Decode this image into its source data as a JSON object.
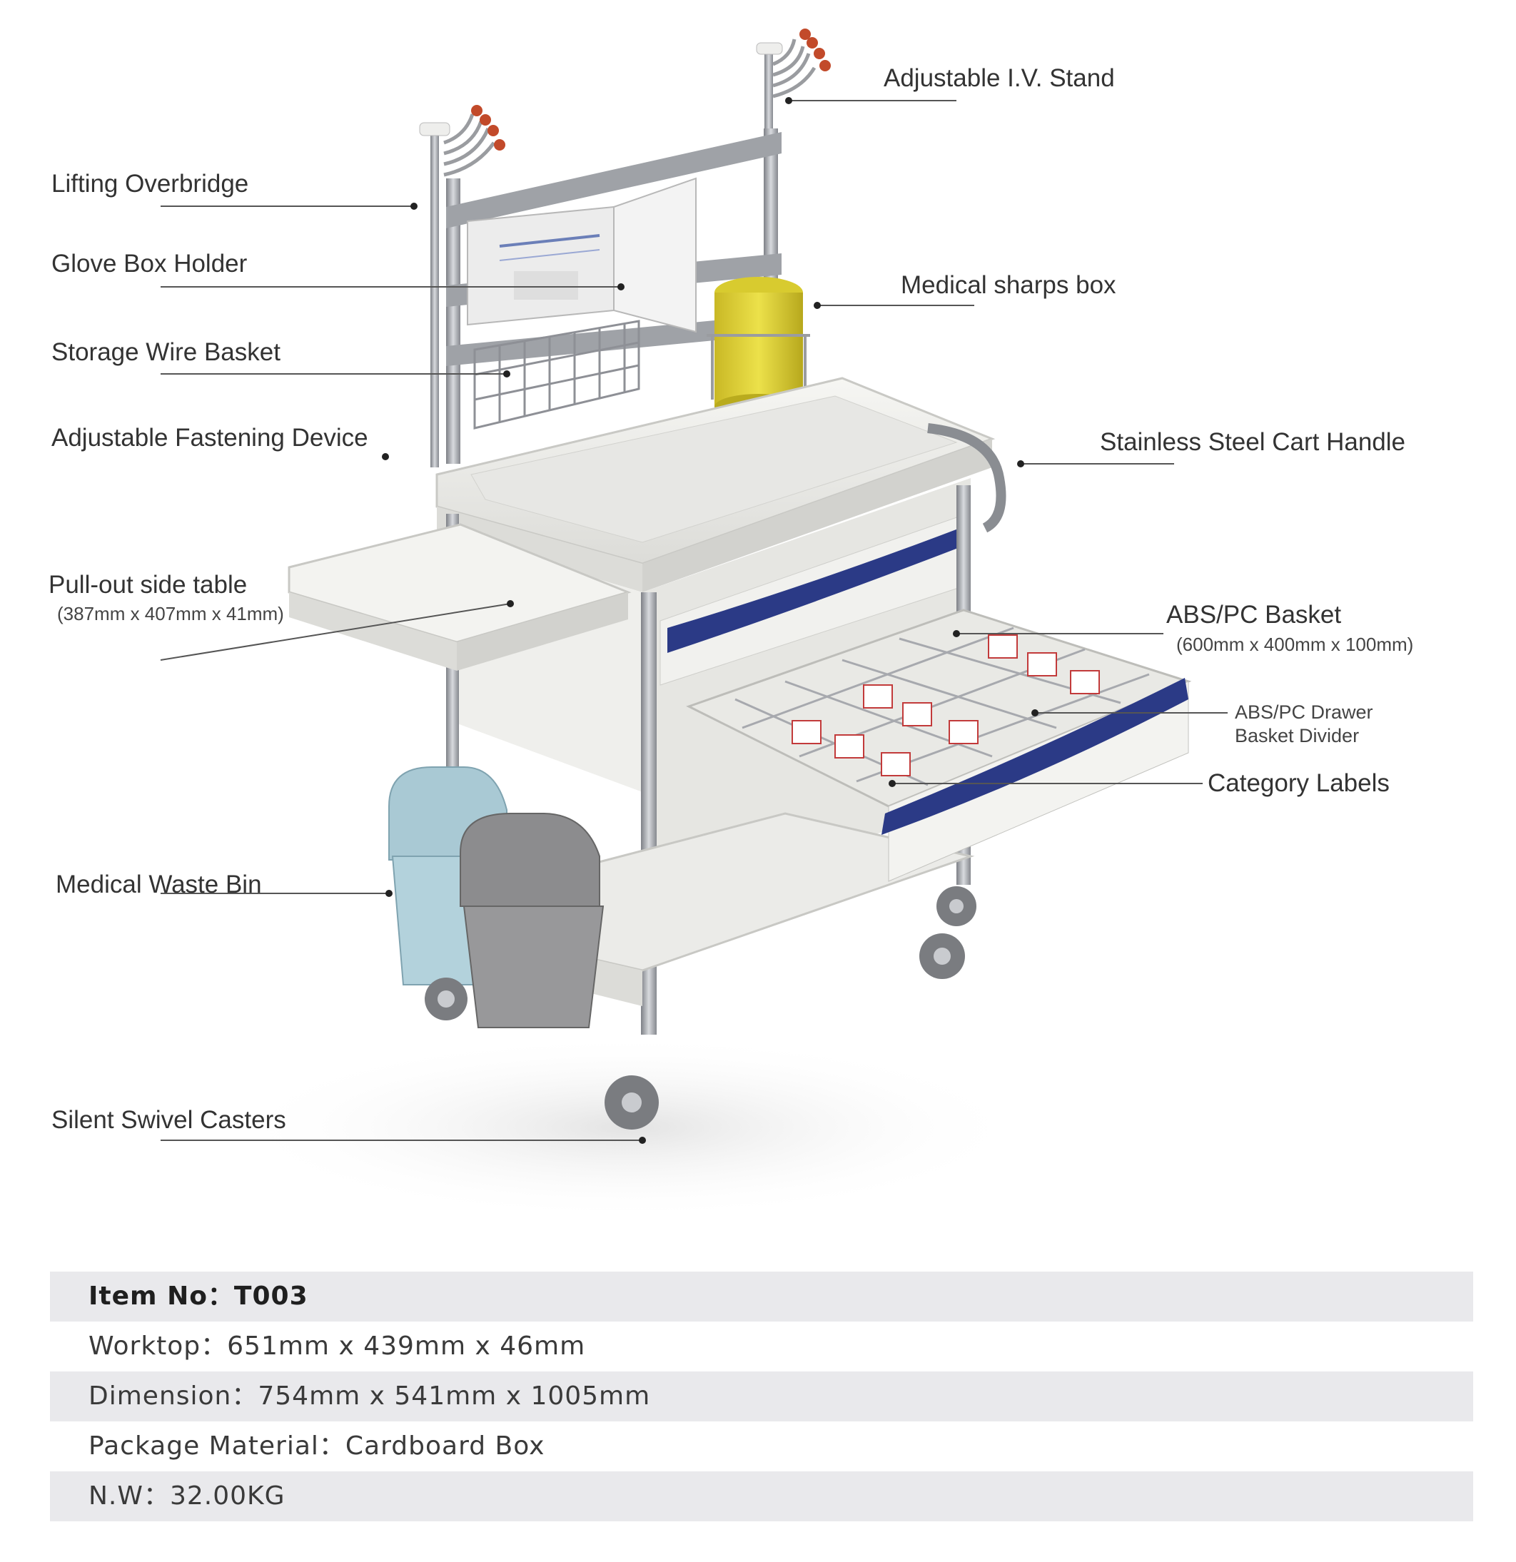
{
  "callouts": {
    "iv_stand": "Adjustable I.V. Stand",
    "overbridge": "Lifting Overbridge",
    "glove_box": "Glove Box Holder",
    "sharps_box": "Medical sharps box",
    "wire_basket": "Storage Wire Basket",
    "fastening": "Adjustable Fastening Device",
    "cart_handle": "Stainless Steel Cart Handle",
    "side_table": "Pull-out side table",
    "side_table_dims": "(387mm x  407mm x 41mm)",
    "abs_basket": "ABS/PC Basket",
    "abs_basket_dims": "(600mm x  400mm x 100mm)",
    "divider_line1": "ABS/PC Drawer",
    "divider_line2": "Basket Divider",
    "category_labels": "Category Labels",
    "waste_bin": "Medical Waste Bin",
    "casters": "Silent Swivel Casters"
  },
  "specs": {
    "item_no": "Item No：T003",
    "worktop": "Worktop：651mm x 439mm x 46mm",
    "dimension": "Dimension：754mm x 541mm x 1005mm",
    "package": "Package Material：Cardboard Box",
    "nw": "N.W：32.00KG"
  },
  "colors": {
    "cart_body": "#f1f1ee",
    "drawer_handle": "#2b3a86",
    "sharps_box": "#e3d63a",
    "bin_blue": "#a9c9d4",
    "bin_grey": "#8c8c8e",
    "steel": "#a9abb0",
    "spec_shade": "#e9e9ec"
  }
}
